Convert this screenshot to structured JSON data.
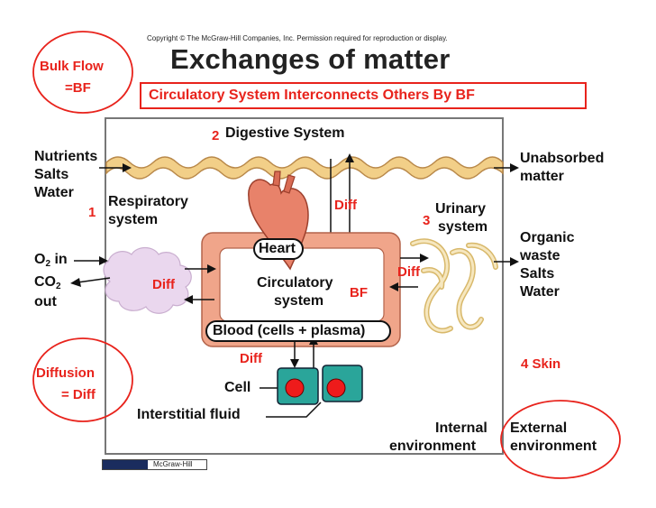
{
  "header": {
    "copyright": "Copyright © The McGraw-Hill Companies, Inc. Permission required for reproduction or display.",
    "title": "Exchanges of matter"
  },
  "banner": {
    "text": "Circulatory System Interconnects Others By BF"
  },
  "annotations": {
    "bulk_flow_line1": "Bulk Flow",
    "bulk_flow_line2": "=BF",
    "diffusion_line1": "Diffusion",
    "diffusion_line2": "= Diff",
    "num_1": "1",
    "num_2": "2",
    "num_3": "3",
    "skin": "4 Skin",
    "diff_top": "Diff",
    "diff_left": "Diff",
    "diff_right": "Diff",
    "diff_bottom": "Diff",
    "bf": "BF"
  },
  "labels": {
    "digestive_system": "Digestive System",
    "nutrients": "Nutrients",
    "salts": "Salts",
    "water": "Water",
    "unabsorbed_line1": "Unabsorbed",
    "unabsorbed_line2": "matter",
    "respiratory_line1": "Respiratory",
    "respiratory_line2": "system",
    "o2_in": "in",
    "o2_main": "O",
    "o2_sub": "2",
    "co2_main": "CO",
    "co2_sub": "2",
    "co2_out": "out",
    "heart": "Heart",
    "circulatory_line1": "Circulatory",
    "circulatory_line2": "system",
    "blood": "Blood (cells + plasma)",
    "urinary_line1": "Urinary",
    "urinary_line2": "system",
    "organic": "Organic",
    "waste": "waste",
    "salts_out": "Salts",
    "water_out": "Water",
    "cell": "Cell",
    "interstitial_fluid": "Interstitial fluid",
    "internal_line1": "Internal",
    "internal_line2": "environment",
    "external_line1": "External",
    "external_line2": "environment",
    "publisher": "McGraw-Hill"
  },
  "colors": {
    "annotation_red": "#e8231c",
    "digestive_tube": "#f2cf88",
    "blood_vessel": "#f0a58a",
    "cell_fill": "#2aa59a",
    "lung_cloud": "#ead7ee",
    "kidney": "#f3e3b4"
  }
}
